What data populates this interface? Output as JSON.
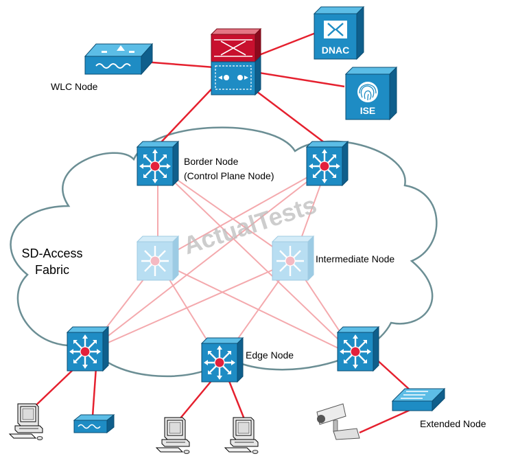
{
  "labels": {
    "wlc": "WLC Node",
    "border_1": "Border Node",
    "border_2": "(Control Plane Node)",
    "fabric_1": "SD-Access",
    "fabric_2": "Fabric",
    "intermediate": "Intermediate Node",
    "edge": "Edge Node",
    "extended": "Extended Node",
    "dnac": "DNAC",
    "ise": "ISE",
    "watermark": "ActualTests"
  },
  "colors": {
    "link": "#e5202e",
    "fabric_link": "#f4a9ad",
    "switch_face": "#1e8cc4",
    "switch_top": "#5cbde6",
    "switch_side": "#0f5f8c",
    "faded_face": "#b8def2",
    "router": "#c8102e",
    "cloud_stroke": "#6b8e94"
  },
  "icons": {
    "firewall": "firewall-router-icon",
    "wlc": "wireless-lan-controller-icon",
    "dnac": "dnac-icon",
    "ise": "ise-fingerprint-icon",
    "switch": "layer3-switch-icon",
    "extended": "layer2-switch-icon",
    "pc": "workstation-icon",
    "ap": "access-point-icon",
    "camera": "ip-camera-icon"
  }
}
